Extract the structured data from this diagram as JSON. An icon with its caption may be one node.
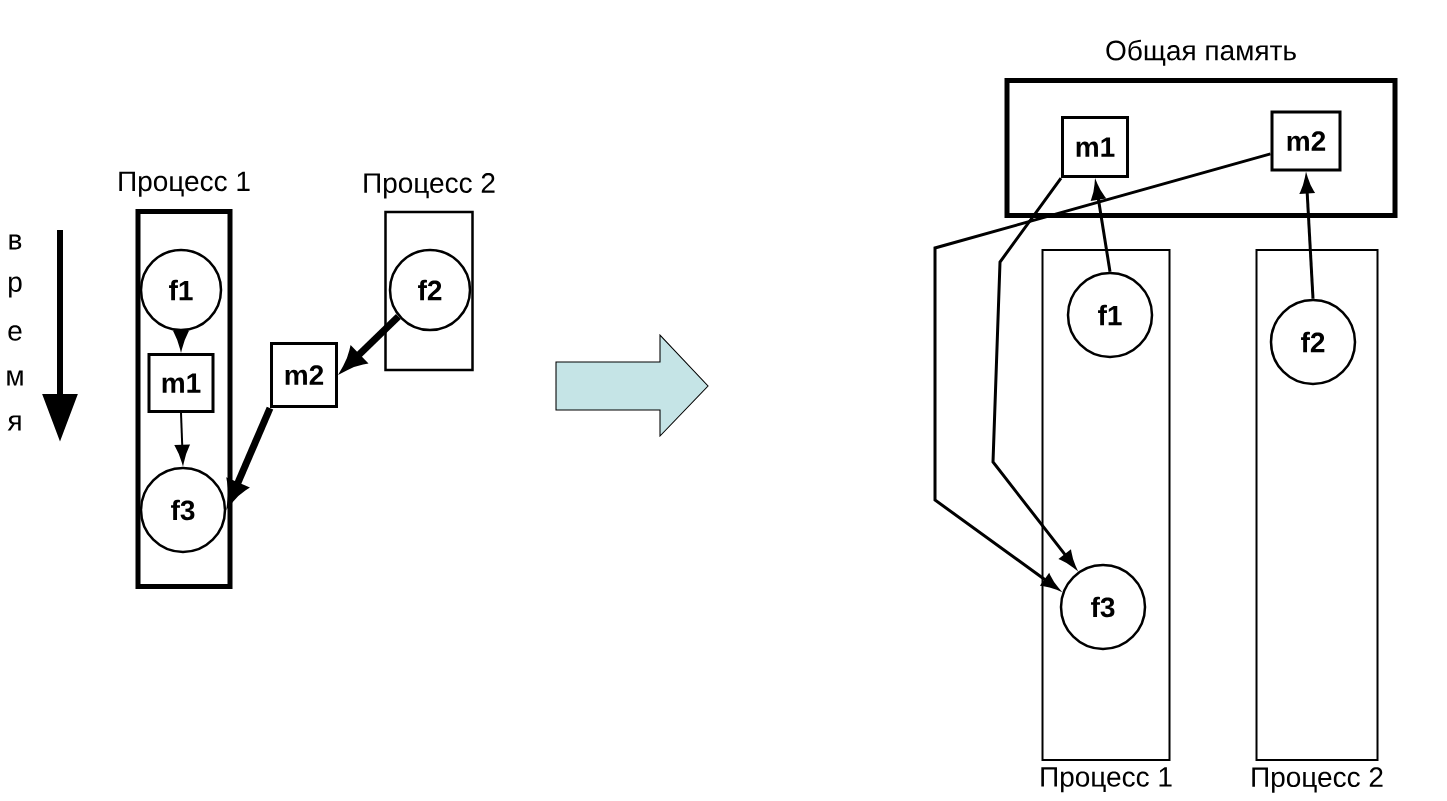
{
  "diagram": {
    "nodes": [
      {
        "text": [
          "Процесс 1"
        ]
      },
      {
        "text": [
          "f1"
        ],
        "in": 0
      },
      {
        "text": [
          "m1"
        ],
        "in": 0
      },
      {
        "text": [
          "f3"
        ],
        "in": 0
      },
      {
        "text": [
          "Процесс 2"
        ]
      },
      {
        "text": [
          "f2"
        ],
        "in": 4
      },
      {
        "text": [
          "m2"
        ]
      },
      {
        "text": [
          "Общая память"
        ]
      },
      {
        "text": [
          "m1"
        ],
        "in": 7
      },
      {
        "text": [
          "m2"
        ],
        "in": 7
      },
      {
        "text": [
          "Процесс 1"
        ]
      },
      {
        "text": [
          "f1"
        ],
        "in": 10
      },
      {
        "text": [
          "f3"
        ],
        "in": 10
      },
      {
        "text": [
          "Процесс 2"
        ]
      },
      {
        "text": [
          "f2"
        ],
        "in": 13
      }
    ],
    "edges": [
      {
        "from": 1,
        "to": 2,
        "arrow": "to"
      },
      {
        "from": 2,
        "to": 3,
        "arrow": "to"
      },
      {
        "from": 5,
        "to": 6,
        "arrow": "to",
        "style": "thick"
      },
      {
        "from": 6,
        "to": 3,
        "arrow": "to",
        "style": "thick"
      },
      {
        "from": 11,
        "to": 8,
        "arrow": "to"
      },
      {
        "from": 14,
        "to": 9,
        "arrow": "to"
      },
      {
        "from": 8,
        "to": 12,
        "arrow": "to"
      },
      {
        "from": 9,
        "to": 12,
        "arrow": "to"
      }
    ],
    "labels": [
      "в",
      "р",
      "е",
      "м",
      "я"
    ]
  }
}
